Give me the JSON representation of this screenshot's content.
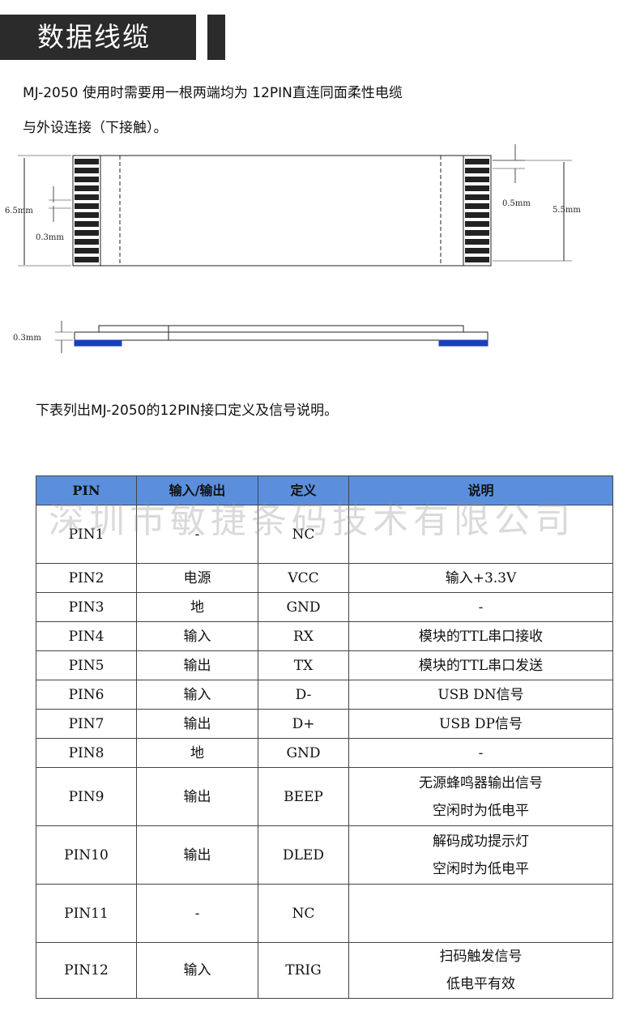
{
  "header": {
    "title": "数据线缆"
  },
  "intro": {
    "line1": "MJ-2050 使用时需要用一根两端均为 12PIN直连同面柔性电缆",
    "line2": "与外设连接（下接触）。"
  },
  "diagram": {
    "dim_6_5": "6.5mm",
    "dim_0_3_top": "0.3mm",
    "dim_0_5": "0.5mm",
    "dim_5_5": "5.5mm",
    "dim_0_3_side": "0.3mm",
    "colors": {
      "contact": "#1a3fbf",
      "line": "#222222"
    }
  },
  "table_intro": "下表列出MJ-2050的12PIN接口定义及信号说明。",
  "watermark": "深圳市敏捷条码技术有限公司",
  "table": {
    "headers": [
      "PIN",
      "输入/输出",
      "定义",
      "说明"
    ],
    "rows": [
      {
        "pin": "PIN1",
        "io": "-",
        "def": "NC",
        "desc1": "",
        "desc2": ""
      },
      {
        "pin": "PIN2",
        "io": "电源",
        "def": "VCC",
        "desc1": "输入+3.3V",
        "desc2": ""
      },
      {
        "pin": "PIN3",
        "io": "地",
        "def": "GND",
        "desc1": "-",
        "desc2": ""
      },
      {
        "pin": "PIN4",
        "io": "输入",
        "def": "RX",
        "desc1": "模块的TTL串口接收",
        "desc2": ""
      },
      {
        "pin": "PIN5",
        "io": "输出",
        "def": "TX",
        "desc1": "模块的TTL串口发送",
        "desc2": ""
      },
      {
        "pin": "PIN6",
        "io": "输入",
        "def": "D-",
        "desc1": "USB DN信号",
        "desc2": ""
      },
      {
        "pin": "PIN7",
        "io": "输出",
        "def": "D+",
        "desc1": "USB DP信号",
        "desc2": ""
      },
      {
        "pin": "PIN8",
        "io": "地",
        "def": "GND",
        "desc1": "-",
        "desc2": ""
      },
      {
        "pin": "PIN9",
        "io": "输出",
        "def": "BEEP",
        "desc1": "无源蜂鸣器输出信号",
        "desc2": "空闲时为低电平"
      },
      {
        "pin": "PIN10",
        "io": "输出",
        "def": "DLED",
        "desc1": "解码成功提示灯",
        "desc2": "空闲时为低电平"
      },
      {
        "pin": "PIN11",
        "io": "-",
        "def": "NC",
        "desc1": "",
        "desc2": ""
      },
      {
        "pin": "PIN12",
        "io": "输入",
        "def": "TRIG",
        "desc1": "扫码触发信号",
        "desc2": "低电平有效"
      }
    ]
  },
  "colors": {
    "header_bg": "#2b2b2b",
    "table_header_bg": "#5b8fdc"
  }
}
